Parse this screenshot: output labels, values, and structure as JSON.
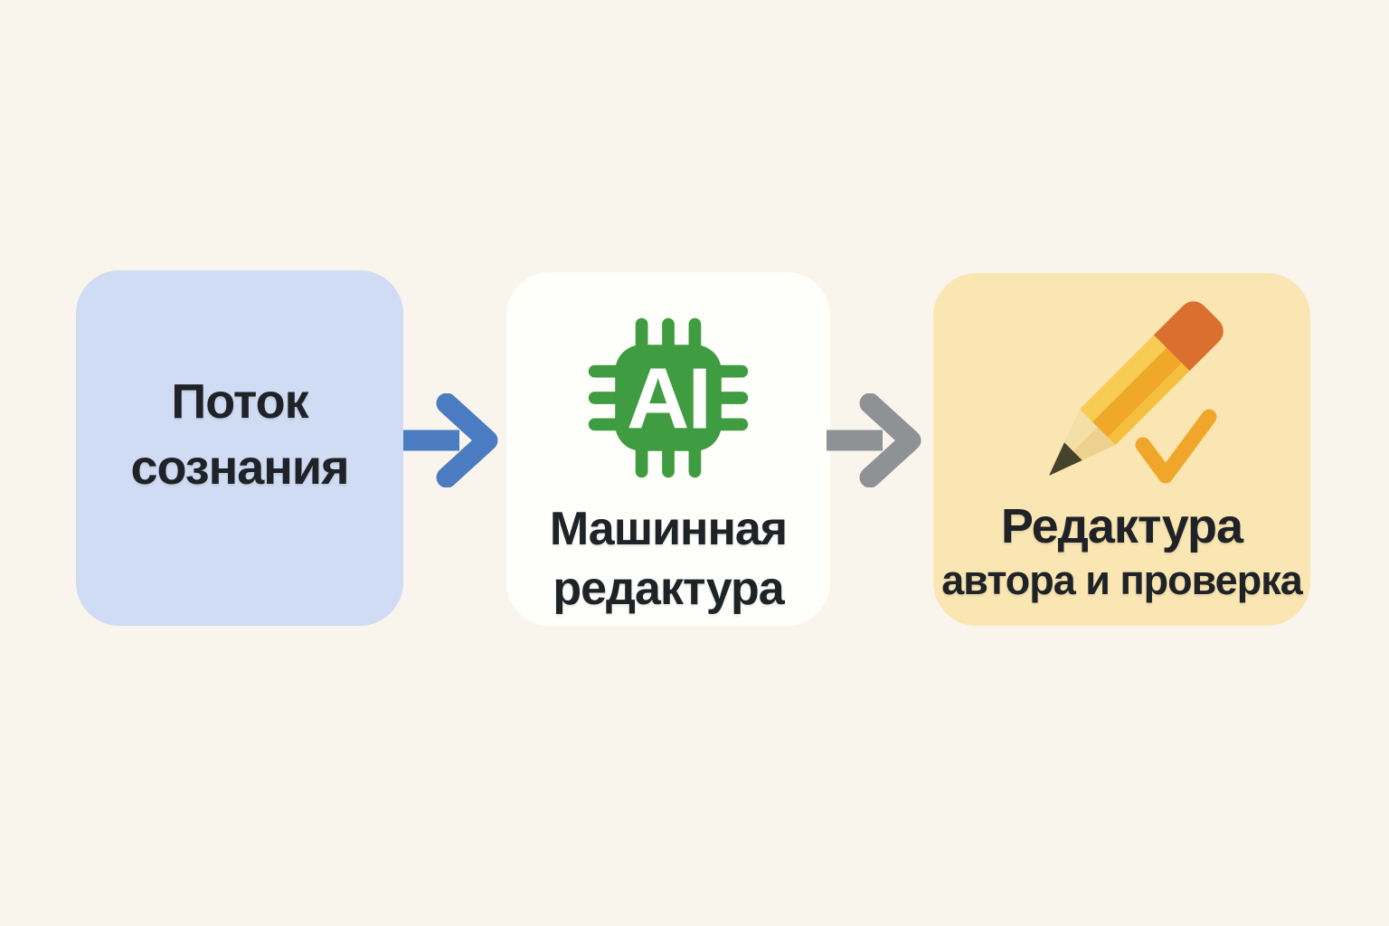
{
  "diagram": {
    "background_color": "#F9F5EC",
    "text_color": "#1F2227",
    "steps": [
      {
        "name": "stream-of-consciousness",
        "line1": "Поток",
        "line2": "сознания",
        "box_color": "#CFDCF4",
        "icon": null
      },
      {
        "name": "machine-editing",
        "line1": "Машинная",
        "line2": "редактура",
        "box_color": "#FEFEFB",
        "icon": "ai-chip-icon",
        "icon_label": "AI",
        "icon_color": "#3F9C40"
      },
      {
        "name": "author-editing-and-check",
        "line1": "Редактура",
        "line2": "автора и проверка",
        "box_color": "#FAE6B2",
        "icon": "pencil-check-icon",
        "icon_colors": {
          "pencil_body_light": "#F8CC52",
          "pencil_body_dark": "#EFA827",
          "pencil_body_mid": "#F5BE3C",
          "eraser": "#DA6F2F",
          "wood": "#F4E0A6",
          "wood_shade": "#EDD28F",
          "graphite": "#45432C",
          "checkmark": "#F0A62A"
        }
      }
    ],
    "arrows": [
      {
        "name": "arrow-1",
        "direction": "right",
        "color": "#4B7BC1"
      },
      {
        "name": "arrow-2",
        "direction": "right",
        "color": "#8F9295"
      }
    ]
  }
}
